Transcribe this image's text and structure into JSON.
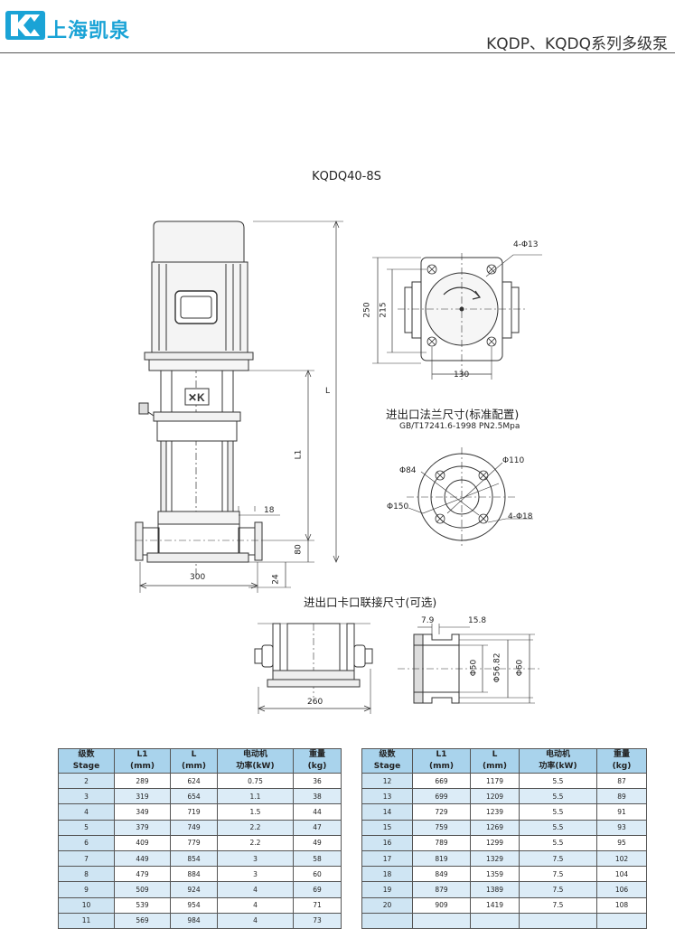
{
  "header": {
    "brand": "上海凯泉",
    "series_title": "KQDP、KQDQ系列多级泵",
    "colors": {
      "brand": "#1aa3d6",
      "table_header": "#a9d3ec"
    }
  },
  "model": "KQDQ40-8S",
  "pump_dims": {
    "L": "L",
    "L1": "L1",
    "d18": "18",
    "d80": "80",
    "d300": "300",
    "d24": "24"
  },
  "top_view": {
    "holes": "4-Φ13",
    "d250": "250",
    "d215": "215",
    "d130": "130"
  },
  "flange": {
    "title": "进出口法兰尺寸(标准配置)",
    "standard": "GB/T17241.6-1998  PN2.5Mpa",
    "d84": "Φ84",
    "d110": "Φ110",
    "d150": "Φ150",
    "holes": "4-Φ18"
  },
  "clamp": {
    "title": "进出口卡口联接尺寸(可选)",
    "d260": "260",
    "d7_9": "7.9",
    "d15_8": "15.8",
    "d50": "Φ50",
    "d56_82": "Φ56.82",
    "d60": "Φ60"
  },
  "table": {
    "headers": [
      [
        "级数",
        "Stage"
      ],
      [
        "L1",
        "(mm)"
      ],
      [
        "L",
        "(mm)"
      ],
      [
        "电动机",
        "功率(kW)"
      ],
      [
        "重量",
        "(kg)"
      ]
    ],
    "left_rows": [
      [
        "2",
        "289",
        "624",
        "0.75",
        "36"
      ],
      [
        "3",
        "319",
        "654",
        "1.1",
        "38"
      ],
      [
        "4",
        "349",
        "719",
        "1.5",
        "44"
      ],
      [
        "5",
        "379",
        "749",
        "2.2",
        "47"
      ],
      [
        "6",
        "409",
        "779",
        "2.2",
        "49"
      ],
      [
        "7",
        "449",
        "854",
        "3",
        "58"
      ],
      [
        "8",
        "479",
        "884",
        "3",
        "60"
      ],
      [
        "9",
        "509",
        "924",
        "4",
        "69"
      ],
      [
        "10",
        "539",
        "954",
        "4",
        "71"
      ],
      [
        "11",
        "569",
        "984",
        "4",
        "73"
      ]
    ],
    "right_rows": [
      [
        "12",
        "669",
        "1179",
        "5.5",
        "87"
      ],
      [
        "13",
        "699",
        "1209",
        "5.5",
        "89"
      ],
      [
        "14",
        "729",
        "1239",
        "5.5",
        "91"
      ],
      [
        "15",
        "759",
        "1269",
        "5.5",
        "93"
      ],
      [
        "16",
        "789",
        "1299",
        "5.5",
        "95"
      ],
      [
        "17",
        "819",
        "1329",
        "7.5",
        "102"
      ],
      [
        "18",
        "849",
        "1359",
        "7.5",
        "104"
      ],
      [
        "19",
        "879",
        "1389",
        "7.5",
        "106"
      ],
      [
        "20",
        "909",
        "1419",
        "7.5",
        "108"
      ]
    ]
  }
}
